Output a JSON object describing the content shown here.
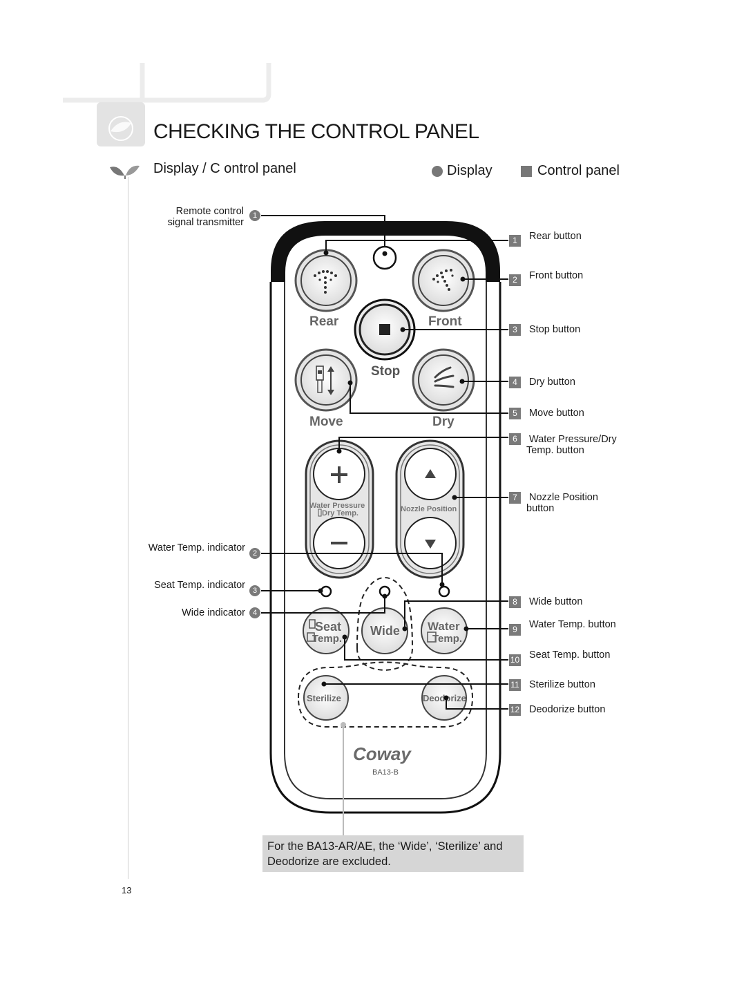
{
  "page": {
    "title": "CHECKING THE CONTROL PANEL",
    "subtitle": "Display / C ontrol panel",
    "page_number": "13"
  },
  "legend": {
    "display": "Display",
    "control_panel": "Control panel"
  },
  "display_labels": [
    {
      "num": "1",
      "line1": "Remote control",
      "line2": "signal transmitter"
    },
    {
      "num": "2",
      "line1": "Water Temp.  indicator"
    },
    {
      "num": "3",
      "line1": "Seat Temp.  indicator"
    },
    {
      "num": "4",
      "line1": "Wide  indicator"
    }
  ],
  "control_labels": [
    {
      "num": "1",
      "line1": "Rear  button"
    },
    {
      "num": "2",
      "line1": "Front  button"
    },
    {
      "num": "3",
      "line1": "Stop  button"
    },
    {
      "num": "4",
      "line1": "Dry  button"
    },
    {
      "num": "5",
      "line1": "Move  button"
    },
    {
      "num": "6",
      "line1": "Water Pressure/Dry",
      "line2": "Temp.  button"
    },
    {
      "num": "7",
      "line1": "Nozzle Position",
      "line2": "button"
    },
    {
      "num": "8",
      "line1": "Wide  button"
    },
    {
      "num": "9",
      "line1": "Water Temp.  button"
    },
    {
      "num": "10",
      "line1": "Seat Temp.  button"
    },
    {
      "num": "11",
      "line1": "Sterilize  button"
    },
    {
      "num": "12",
      "line1": "Deodorize  button"
    }
  ],
  "remote": {
    "rear": "Rear",
    "front": "Front",
    "stop": "Stop",
    "move": "Move",
    "dry": "Dry",
    "water_pressure": "Water Pressure",
    "dry_temp": "Dry Temp.",
    "nozzle_position": "Nozzle Position",
    "seat": "Seat",
    "seat_temp": "Temp.",
    "wide": "Wide",
    "water": "Water",
    "water_temp": "Temp.",
    "sterilize": "Sterilize",
    "deodorize": "Deodorize",
    "brand": "Coway",
    "model": "BA13-B"
  },
  "note": {
    "line1": "For the BA13-AR/AE, the ‘Wide’, ‘Sterilize’ and",
    "line2": " Deodorize  are excluded."
  },
  "icons": [
    "leaf-icon",
    "sprout-icon",
    "circle-bullet-icon",
    "square-bullet-icon"
  ]
}
